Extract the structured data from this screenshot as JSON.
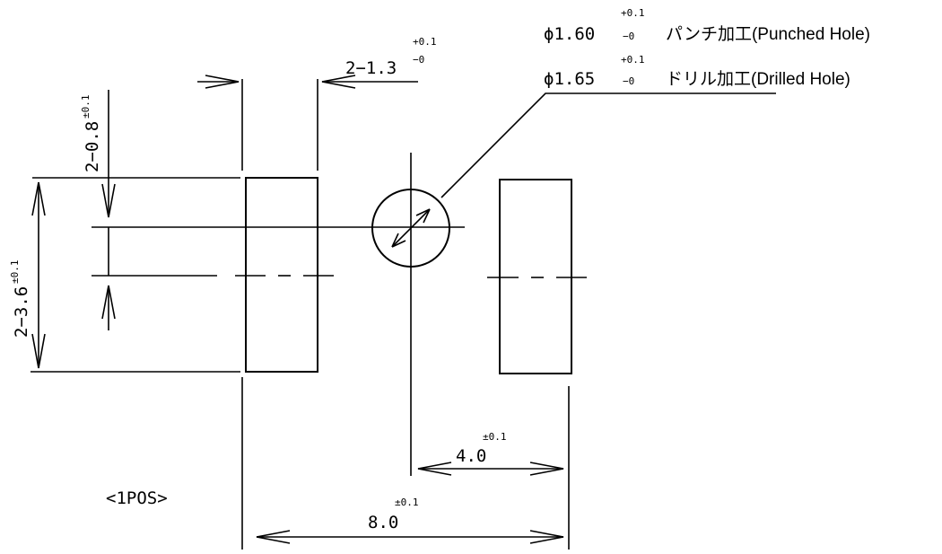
{
  "hole_spec": {
    "punched": {
      "diameter": "ϕ1.60",
      "tol_plus": "+0.1",
      "tol_minus": "−0",
      "label": "パンチ加工(Punched Hole)"
    },
    "drilled": {
      "diameter": "ϕ1.65",
      "tol_plus": "+0.1",
      "tol_minus": "−0",
      "label": "ドリル加工(Drilled Hole)"
    }
  },
  "dimensions": {
    "pad_width": {
      "value": "2−1.3",
      "tol_plus": "+0.1",
      "tol_minus": "−0"
    },
    "gap": {
      "value": "2−0.8",
      "tol": "±0.1"
    },
    "pad_length": {
      "value": "2−3.6",
      "tol": "±0.1"
    },
    "hole_to_pad": {
      "value": "4.0",
      "tol": "±0.1"
    },
    "pad_pitch": {
      "value": "8.0",
      "tol": "±0.1"
    }
  },
  "note": "<1POS>"
}
